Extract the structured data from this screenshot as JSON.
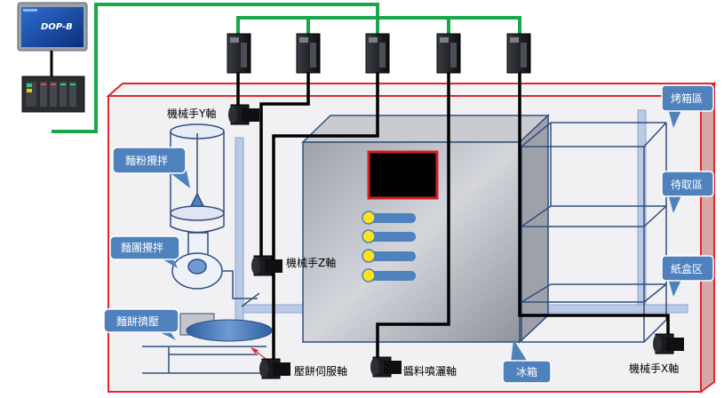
{
  "colors": {
    "frame_red": "#e2262b",
    "cable_green": "#18a84b",
    "cable_black": "#000000",
    "callout_blue": "#4f81bd",
    "fridge_gray": "#b9bcc4",
    "screen_red": "#d41f1f"
  },
  "hmi": {
    "brand": "DOP-B"
  },
  "labels": {
    "robot_y": "機械手Y軸",
    "robot_z": "機械手Z軸",
    "press_servo": "壓餅伺服軸",
    "sauce_spray": "醬料噴灑軸",
    "robot_x": "機械手X軸"
  },
  "callouts": {
    "flour_mix": "麵粉攪拌",
    "dough_mix": "麵團攪拌",
    "dough_press": "麵餅擠壓",
    "oven_zone": "烤箱區",
    "pickup_zone": "待取區",
    "box_zone": "紙盒区",
    "fridge": "冰箱"
  },
  "icons": {
    "drives": "servo-drive-icon",
    "motors": "servo-motor-icon",
    "plc": "plc-icon",
    "hmi": "hmi-touchscreen-icon"
  }
}
